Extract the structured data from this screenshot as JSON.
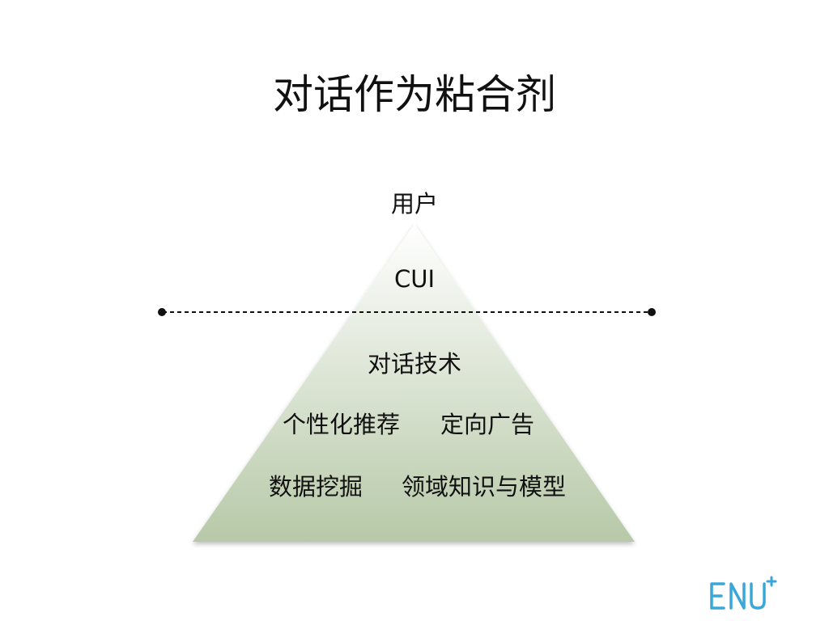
{
  "slide": {
    "title": "对话作为粘合剂"
  },
  "pyramid": {
    "top_label": "用户",
    "apex_label": "CUI",
    "layers": [
      {
        "items": [
          "对话技术"
        ]
      },
      {
        "items": [
          "个性化推荐",
          "定向广告"
        ]
      },
      {
        "items": [
          "数据挖掘",
          "领域知识与模型"
        ]
      }
    ],
    "fill_top": "#ffffff",
    "fill_bottom": "#b7c9a8",
    "divider_style": "dashed"
  },
  "logo": {
    "icon": "e-nu-plus-logo",
    "color": "#3aa7d8"
  }
}
